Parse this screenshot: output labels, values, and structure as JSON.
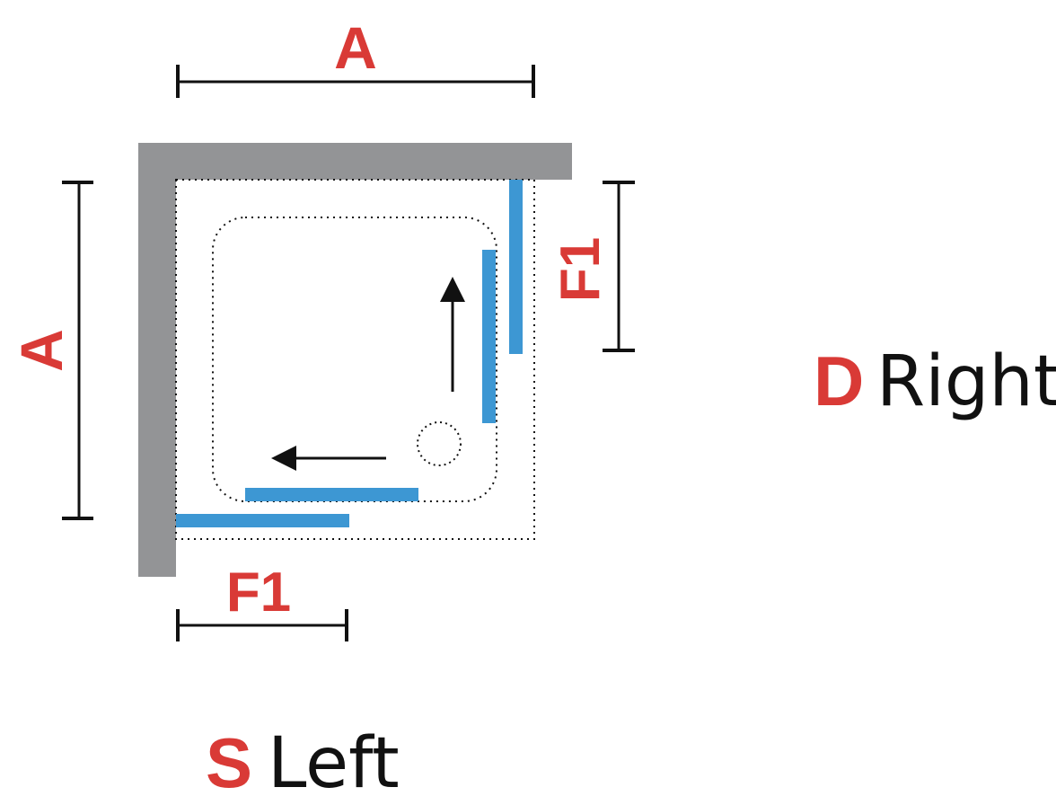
{
  "labels": {
    "top_width": "A",
    "left_depth": "A",
    "right_panel": "F1",
    "bottom_panel": "F1"
  },
  "options": {
    "right": {
      "code": "D",
      "word": "Right"
    },
    "left": {
      "code": "S",
      "word": "Left"
    }
  },
  "colors": {
    "accent_red": "#d93a36",
    "wall_gray": "#939496",
    "glass_blue": "#3d97d3",
    "line_black": "#111111"
  }
}
